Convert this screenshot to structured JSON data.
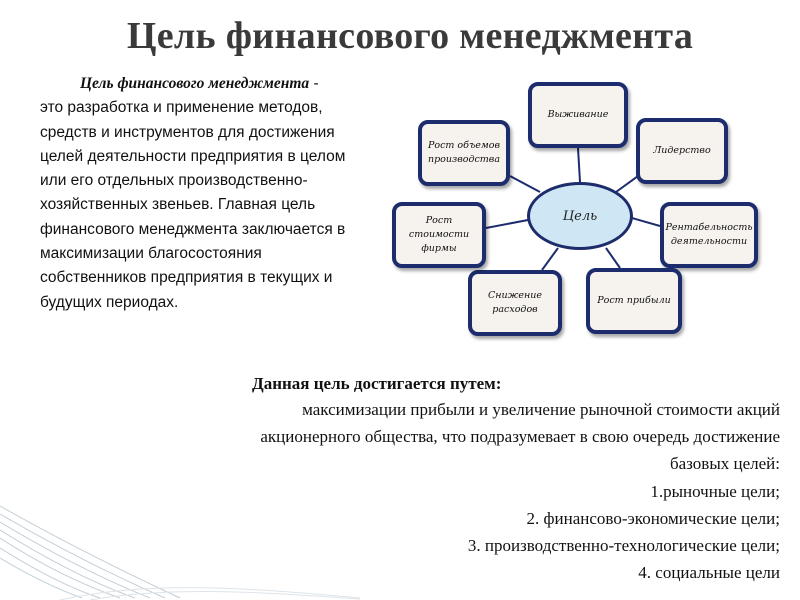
{
  "title": "Цель финансового менеджмента",
  "intro": {
    "term": "Цель финансового менеджмента",
    "text": " - это разработка и применение методов, средств и инструментов для достижения целей деятельности предприятия в целом или его отдельных производственно-хозяйственных звеньев. Главная цель финансового менеджмента заключается в максимизации благосостояния собственников предприятия в текущих и будущих периодах."
  },
  "diagram": {
    "center": "Цель",
    "nodes": {
      "survival": "Выживание",
      "leadership": "Лидерство",
      "profitability": "Рентабельность деятельности",
      "profit_growth": "Рост прибыли",
      "cost_reduction": "Снижение расходов",
      "value_growth": "Рост стоимости фирмы",
      "volume_growth": "Рост объемов производства"
    },
    "colors": {
      "border": "#1c2c6c",
      "node_fill": "#f6f2ee",
      "center_fill": "#cfe6f4"
    }
  },
  "method": {
    "heading": "Данная цель достигается путем:",
    "lines": [
      "максимизации прибыли и увеличение рыночной стоимости акций",
      "акционерного общества, что подразумевает в свою очередь достижение",
      "базовых  целей:",
      "1.рыночные цели;",
      "2. финансово-экономические цели;",
      "3. производственно-технологические цели;",
      "4. социальные цели"
    ]
  }
}
